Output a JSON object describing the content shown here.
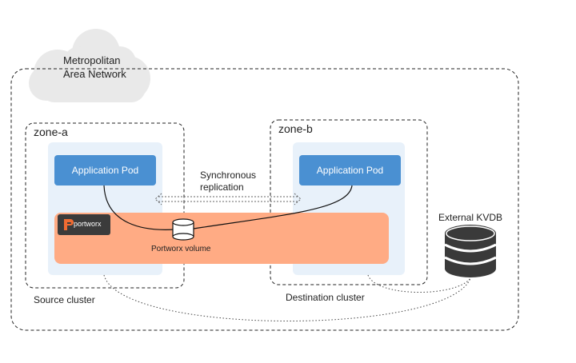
{
  "network": {
    "label_line1": "Metropolitan",
    "label_line2": "Area Network"
  },
  "zones": [
    {
      "label": "zone-a",
      "pod_label": "Application Pod",
      "cluster_label": "Source cluster"
    },
    {
      "label": "zone-b",
      "pod_label": "Application Pod",
      "cluster_label": "Destination cluster"
    }
  ],
  "replication": {
    "line1": "Synchronous",
    "line2": "replication"
  },
  "storage": {
    "logo_text": "portworx",
    "volume_label": "Portworx volume"
  },
  "kvdb": {
    "label": "External KVDB"
  },
  "colors": {
    "cloud": "#e9e9e9",
    "zone_fill": "#e8f1fa",
    "pod": "#4a90d2",
    "portworx_band": "#ffab84",
    "logo_bg": "#3b3b3b",
    "logo_accent": "#f06b32",
    "kvdb": "#3a3a3a"
  }
}
